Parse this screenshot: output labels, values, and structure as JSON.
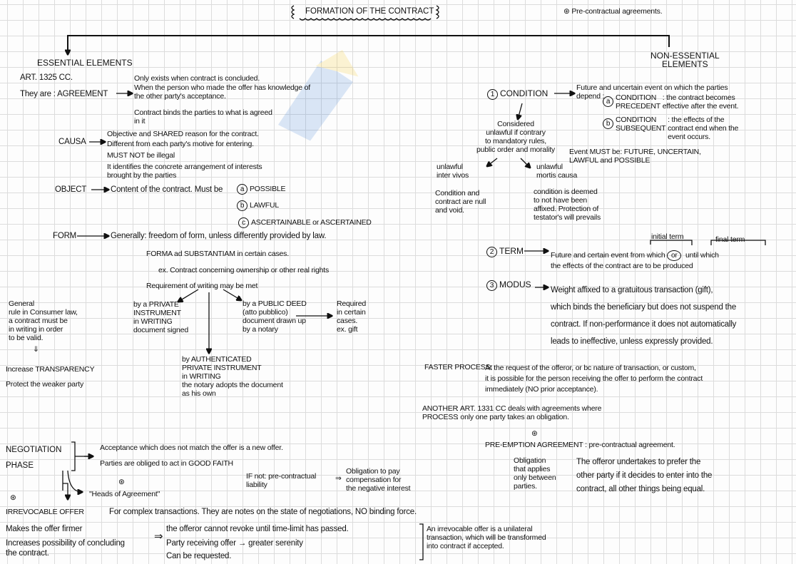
{
  "title": "FORMATION of the CONTRACT",
  "legend": {
    "symbol": "⊛",
    "text": "Pre-contractual agreements."
  },
  "essential": {
    "heading": "ESSENTIAL ELEMENTS",
    "article": "ART. 1325 CC.",
    "agreement": {
      "label": "They are : AGREEMENT",
      "lines": [
        "Only exists when contract is concluded.",
        "When the person who made the offer has knowledge of\nthe other party's acceptance.",
        "Contract binds the parties to what is agreed\nin it"
      ]
    },
    "causa": {
      "label": "CAUSA",
      "lines": [
        "Objective and SHARED reason for the contract.",
        "Different from each party's motive for entering.",
        "MUST NOT be illegal",
        "It identifies the concrete arrangement of interests\nbrought by the parties"
      ]
    },
    "object": {
      "label": "OBJECT",
      "text": "Content of the contract. Must be",
      "options": [
        {
          "mark": "a",
          "text": "POSSIBLE"
        },
        {
          "mark": "b",
          "text": "LAWFUL"
        },
        {
          "mark": "c",
          "text": "ASCERTAINABLE or ASCERTAINED"
        }
      ]
    },
    "form": {
      "label": "FORM",
      "text": "Generally: freedom of form, unless differently provided by law.",
      "ad_substantiam": "FORMA ad SUBSTANTIAM in certain cases.",
      "example": "ex. Contract concerning ownership or other real rights",
      "writing": "Requirement of writing may be met",
      "private": "by a PRIVATE\n   INSTRUMENT\n   in WRITING\ndocument signed",
      "public": "by a PUBLIC DEED\n(atto pubblico)\ndocument drawn up\nby a notary",
      "required": "Required\nin certain\ncases.\nex. gift",
      "authenticated": "by AUTHENTICATED\n    PRIVATE INSTRUMENT\n    in WRITING\nthe notary adopts the document\nas his own"
    },
    "consumer": {
      "text": "General\nrule in Consumer law,\na contract must be\nin writing in order\nto be valid.",
      "arrow": "⇓",
      "transparency": "Increase TRANSPARENCY",
      "protect": "Protect the weaker party"
    }
  },
  "non_essential": {
    "heading": "NON-ESSENTIAL\nELEMENTS",
    "condition": {
      "number": "1",
      "label": "CONDITION",
      "definition": "Future and uncertain event on which the parties\ndepend :",
      "precedent": {
        "mark": "a",
        "label": "CONDITION\nPRECEDENT",
        "text": ": the contract becomes\n  effective after the event."
      },
      "subsequent": {
        "mark": "b",
        "label": "CONDITION\nSUBSEQUENT",
        "text": ": the effects of the\n  contract end when the\n  event occurs."
      },
      "must_be": "Event MUST be: FUTURE, UNCERTAIN,\n                          LAWFUL and POSSIBLE",
      "unlawful": "Considered\nunlawful if contrary\nto mandatory rules,\npublic order and morality",
      "inter_vivos": "unlawful\ninter vivos",
      "inter_vivos_result": "Condition and\ncontract are null\nand void.",
      "mortis_causa": "unlawful\nmortis causa",
      "mortis_causa_result": "condition is deemed\nto not have been\naffixed. Protection of\ntestator's will prevails"
    },
    "term": {
      "number": "2",
      "label": "TERM",
      "text": "Future and certain event",
      "from_which": "from which",
      "or": "or",
      "until_which": "until which",
      "text2": "the effects of the contract are to be produced",
      "initial": "initial term",
      "final": "final term"
    },
    "modus": {
      "number": "3",
      "label": "MODUS",
      "text": "Weight affixed to a gratuitous transaction (gift),\nwhich binds the beneficiary but does not suspend the\ncontract. If non-performance it does not automatically\nleads to ineffective, unless expressly provided."
    }
  },
  "faster": {
    "label": "FASTER PROCESS:",
    "text": "At the request of the offeror, or bc nature of transaction, or custom,\n                          it is possible for the person receiving the offer to perform the contract\n                          immediately (NO prior acceptance)."
  },
  "another": {
    "label": "ANOTHER\nPROCESS",
    "text": ": ART. 1331 CC deals with agreements where\n: only one party takes an obligation."
  },
  "pre_emption": {
    "star": "⊛",
    "label": "PRE-EMPTION AGREEMENT",
    "text": ": pre-contractual agreement.",
    "obligation": "Obligation\nthat applies\nonly between\nparties.",
    "detail": "The offeror undertakes to prefer the\nother party if it decides to enter into the\ncontract, all other things being equal."
  },
  "negotiation": {
    "label": "NEGOTIATION\nPHASE",
    "new_offer": "Acceptance which does not match the offer is a new offer.",
    "good_faith": "Parties are obliged to act in GOOD FAITH",
    "if_not": "IF not: pre-contractual\n            liability",
    "implies": "⇒",
    "compensation": "Obligation to pay\ncompensation for\nthe negative interest"
  },
  "heads": {
    "star": "⊛",
    "label": "\"Heads of Agreement\"",
    "text": "For complex transactions. They are notes on the state of negotiations, NO binding force."
  },
  "irrevocable": {
    "star": "⊛",
    "label": "IRREVOCABLE OFFER",
    "firmer": "Makes the offer firmer",
    "increases": "Increases possibility of concluding\n  the contract.",
    "implies": "⇒",
    "revoke": "the offeror cannot revoke until time-limit has passed.",
    "serenity": "Party receiving offer → greater serenity",
    "requested": "Can be requested.",
    "note": "An irrevocable offer is a unilateral\ntransaction, which will be transformed\ninto contract if accepted."
  }
}
